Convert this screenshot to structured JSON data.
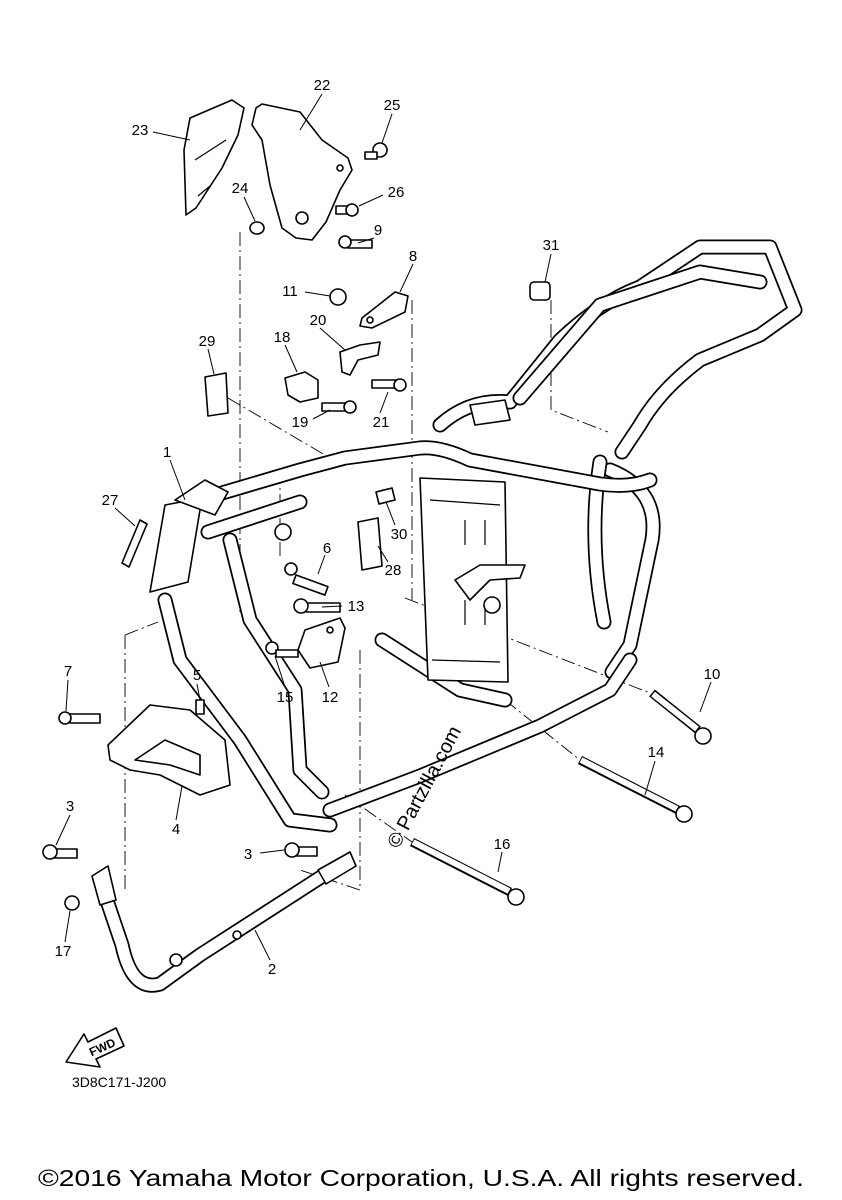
{
  "diagram": {
    "callouts": [
      "1",
      "2",
      "3",
      "4",
      "5",
      "6",
      "7",
      "8",
      "9",
      "10",
      "11",
      "12",
      "13",
      "14",
      "15",
      "16",
      "17",
      "18",
      "19",
      "20",
      "21",
      "22",
      "23",
      "24",
      "25",
      "26",
      "27",
      "28",
      "29",
      "30",
      "31"
    ],
    "code": "3D8C171-J200",
    "fwd_label": "FWD",
    "watermark": "© Partzilla.com",
    "copyright": "©2016 Yamaha Motor Corporation, U.S.A. All rights reserved."
  },
  "colors": {
    "line": "#000000",
    "background": "#ffffff"
  }
}
